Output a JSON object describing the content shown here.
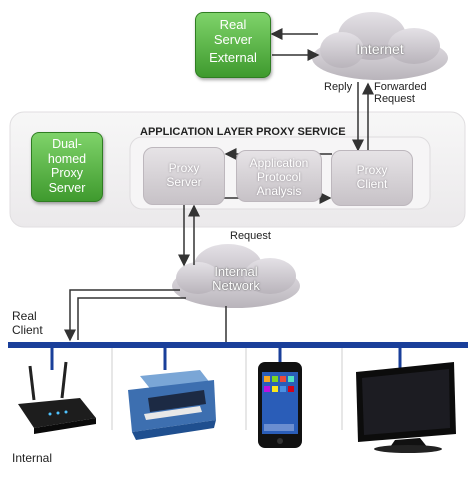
{
  "real_server": {
    "line1": "Real",
    "line2": "Server",
    "line3": "External"
  },
  "internet": {
    "label": "Internet"
  },
  "reply": {
    "label": "Reply"
  },
  "forwarded": {
    "line1": "Forwarded",
    "line2": "Request"
  },
  "service_title": "APPLICATION LAYER PROXY SERVICE",
  "dual_homed": {
    "line1": "Dual-",
    "line2": "homed",
    "line3": "Proxy",
    "line4": "Server"
  },
  "proxy_server": {
    "line1": "Proxy",
    "line2": "Server"
  },
  "analysis": {
    "line1": "Application",
    "line2": "Protocol",
    "line3": "Analysis"
  },
  "proxy_client": {
    "line1": "Proxy",
    "line2": "Client"
  },
  "request": {
    "label": "Request"
  },
  "internal_network": {
    "line1": "Internal",
    "line2": "Network"
  },
  "real_client": {
    "line1": "Real",
    "line2": "Client"
  },
  "internal_label": "Internal",
  "colors": {
    "green": "#4caf3a",
    "bus": "#1a3f9a",
    "panel": "#f2f1f2",
    "gray_box": "#cfcacf"
  },
  "devices": [
    {
      "name": "wireless-router-icon"
    },
    {
      "name": "printer-icon"
    },
    {
      "name": "smartphone-icon"
    },
    {
      "name": "monitor-icon"
    }
  ]
}
